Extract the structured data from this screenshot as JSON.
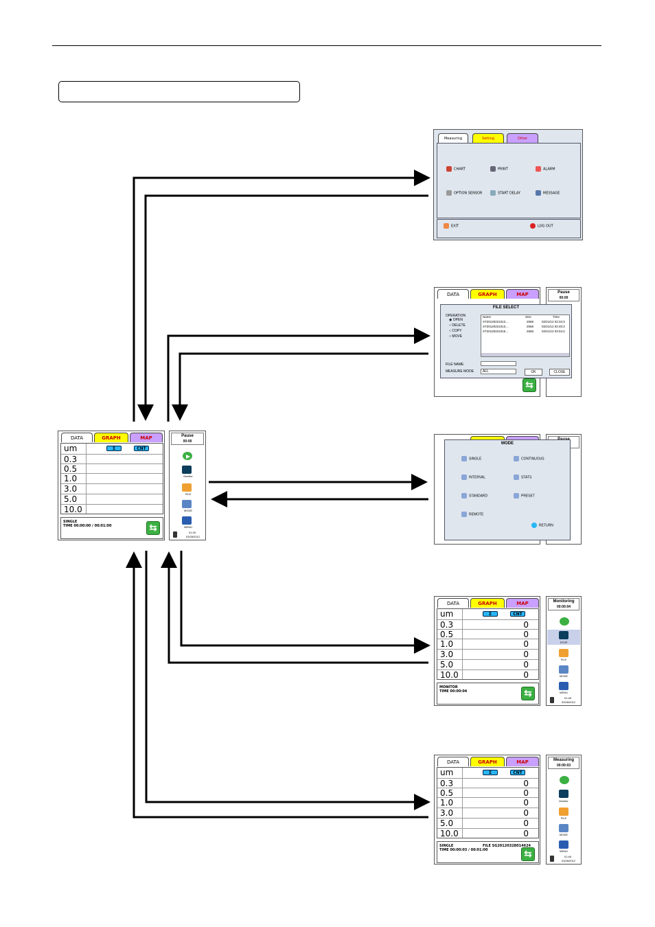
{
  "data_panel": {
    "tabs": [
      "DATA",
      "GRAPH",
      "MAP"
    ],
    "unit": "um",
    "sum_label": "Σ",
    "cnt_label": "CNT",
    "rows": [
      "0.3",
      "0.5",
      "1.0",
      "3.0",
      "5.0",
      "10.0"
    ],
    "mode_line": "SINGLE",
    "time_line": "TIME   00:00:00  /  00:01:00"
  },
  "side_pause": {
    "status": "Pause",
    "time": "00:00",
    "items": [
      "Monitor",
      "FILE",
      "MODE",
      "MENU"
    ],
    "clock": "01:25",
    "date": "03/28/2012"
  },
  "menu_panel": {
    "tabs": [
      "Measuring",
      "Setting",
      "Other"
    ],
    "items": [
      "CHART",
      "PRINT",
      "ALARM",
      "OPTION SENSOR",
      "START DELAY",
      "MESSAGE"
    ],
    "exit": "EXIT",
    "logout": "LOG OUT"
  },
  "file_select": {
    "title": "FILE SELECT",
    "operation_label": "OPERATION",
    "options": [
      "OPEN",
      "DELETE",
      "COPY",
      "MOVE"
    ],
    "columns": [
      "Name",
      "Size",
      "Time"
    ],
    "files": [
      {
        "name": "ST20120221013…",
        "size": "2568",
        "time": "02/21/12 02:34:3"
      },
      {
        "name": "ST20120221013…",
        "size": "2568",
        "time": "02/21/12 02:40:2"
      },
      {
        "name": "ST20120221015…",
        "size": "2568",
        "time": "02/21/12 03:04:2"
      }
    ],
    "file_name_label": "FILE NAME",
    "measure_mode_label": "MEASURE MODE",
    "measure_mode_value": "ALL",
    "ok": "OK",
    "close": "CLOSE",
    "status": "Pause",
    "time": "00:00"
  },
  "mode_dialog": {
    "title": "MODE",
    "items": [
      "SINGLE",
      "CONTINUOUS",
      "INTERVAL",
      "STATS",
      "STANDARD",
      "PRESET",
      "REMOTE"
    ],
    "return": "RETURN",
    "status": "Pause"
  },
  "monitor_panel": {
    "values": [
      "0",
      "0",
      "0",
      "0",
      "0",
      "0"
    ],
    "mode_line": "MONITOR",
    "time_line": "TIME   00:00:04",
    "status": "Monitoring",
    "time": "00:00:04",
    "items": [
      "STOP",
      "FILE",
      "MODE",
      "MENU"
    ],
    "clock": "01:45",
    "date": "03/28/2012"
  },
  "measuring_panel": {
    "values": [
      "0",
      "0",
      "0",
      "0",
      "0",
      "0"
    ],
    "mode_line": "SINGLE",
    "file_line": "FILE   SG20120328014624",
    "time_line": "TIME   00:00:03  /  00:01:00",
    "status": "Measuring",
    "time": "00:00:03",
    "items": [
      "Monitor",
      "FILE",
      "MODE",
      "MENU"
    ],
    "clock": "01:46",
    "date": "03/28/2012"
  },
  "colors": {
    "graph_tab": "#ffff00",
    "map_tab": "#c9a0ff",
    "accent": "#29b6f6",
    "go": "#3cb043"
  }
}
